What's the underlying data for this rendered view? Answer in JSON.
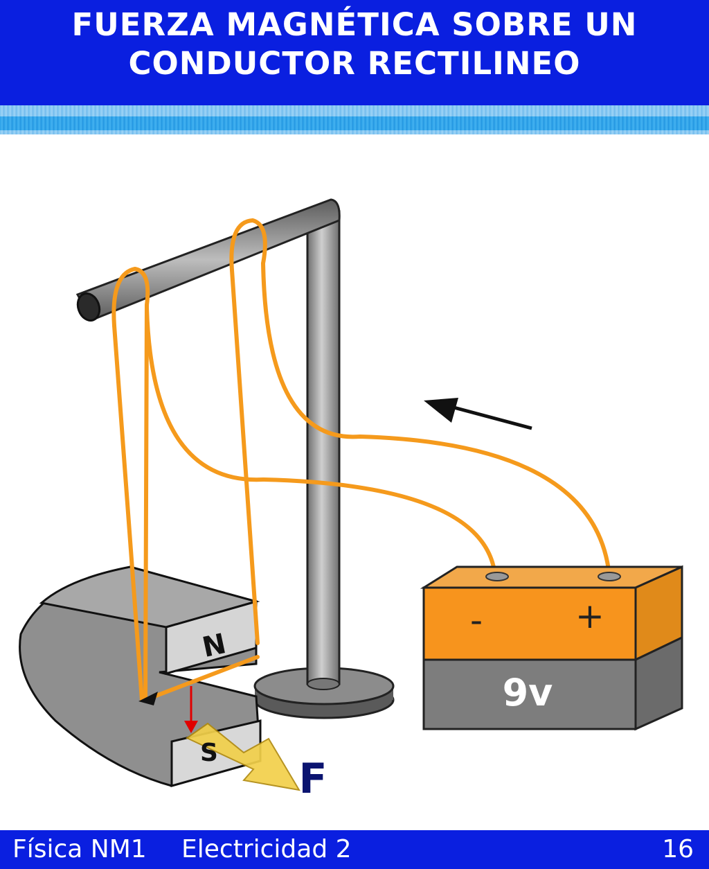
{
  "header": {
    "title_line1": "FUERZA MAGNÉTICA SOBRE UN",
    "title_line2": "CONDUCTOR RECTILINEO"
  },
  "diagram": {
    "magnet_north_label": "N",
    "magnet_south_label": "S",
    "force_label": "F",
    "battery_minus_label": "-",
    "battery_plus_label": "+",
    "battery_voltage_label": "9v",
    "colors": {
      "wire": "#f59a1c",
      "stand": "#8a8a8a",
      "magnet": "#9a9a9a",
      "battery_top": "#f7941d",
      "battery_bottom": "#7d7d7d",
      "force_arrow": "#f2d04a",
      "field_arrow": "#e00000"
    }
  },
  "footer": {
    "course": "Física NM1",
    "topic": "Electricidad 2",
    "page_number": "16"
  }
}
